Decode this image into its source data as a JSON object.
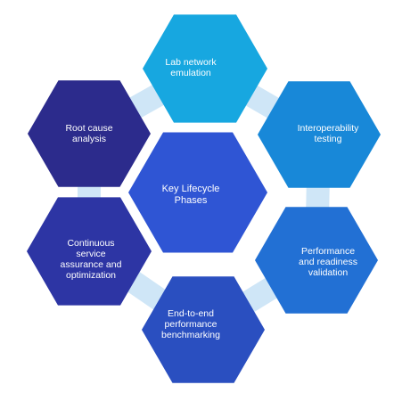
{
  "diagram": {
    "center": {
      "label": "Key Lifecycle\nPhases",
      "color": "#2f55d4"
    },
    "phases": [
      {
        "label": "Lab network\nemulation",
        "color": "#17a7e0"
      },
      {
        "label": "Interoperability\ntesting",
        "color": "#1888d8"
      },
      {
        "label": "Performance\nand readiness\nvalidation",
        "color": "#2270d4"
      },
      {
        "label": "End-to-end\nperformance\nbenchmarking",
        "color": "#2a4fc0"
      },
      {
        "label": "Continuous\nservice\nassurance and\noptimization",
        "color": "#2d35a4"
      },
      {
        "label": "Root cause\nanalysis",
        "color": "#2c2b8c"
      }
    ],
    "connector_color": "#cfe6f7"
  }
}
